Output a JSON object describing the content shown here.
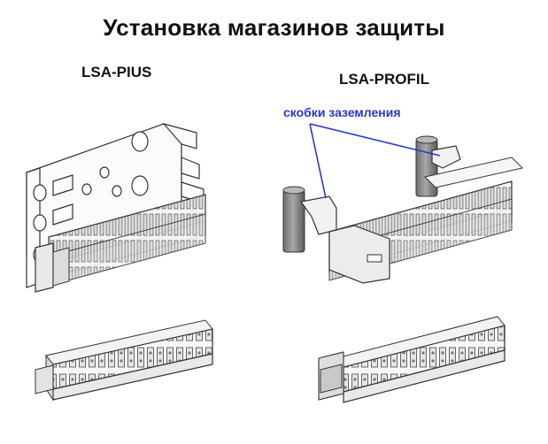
{
  "title": "Установка магазинов защиты",
  "left_label": "LSA-PIUS",
  "right_label": "LSA-PROFIL",
  "annotation": "скобки заземления",
  "colors": {
    "annotation": "#2a36c9",
    "outline": "#333333",
    "post": "#8a8a8a"
  }
}
